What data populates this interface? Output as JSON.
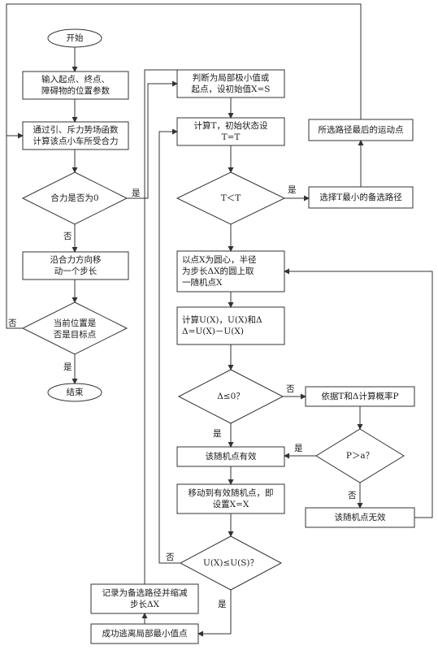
{
  "flowchart": {
    "nodes": {
      "start": "开始",
      "input": "输入起点、终点、\n障碍物的位置参数",
      "calc_force": "通过引、斥力势场函数\n计算该点小车所受合力",
      "force_zero": "合力是否为0",
      "move_step": "沿合力方向移\n动一个步长",
      "is_target": "当前位置是\n否是目标点",
      "end": "结束",
      "judge_local_min": "判断为局部极小值或\n起点，设初始值X=S",
      "calc_t": "计算T，初始状态设\nT=T",
      "t_less": "T＜T",
      "select_path": "选择T最小的备选路径",
      "last_point": "所选路径最后的运动点",
      "random_point": "以点X为圆心，半径\n为步长ΔX的圆上取\n一随机点X",
      "calc_delta": "计算U(X)，U(X)和Δ\nΔ=U(X)－U(X)",
      "delta_leq": "Δ≤0？",
      "calc_prob": "依据T和Δ计算概率P",
      "point_valid": "该随机点有效",
      "p_greater": "P＞a？",
      "move_to_random": "移动到有效随机点，即\n设置X=X",
      "point_invalid": "该随机点无效",
      "u_compare": "U(X)≤U(S)？",
      "record_path": "记录为备选路径并缩减\n步长ΔX",
      "escape_success": "成功逃离局部最小值点"
    },
    "labels": {
      "yes": "是",
      "no": "否"
    }
  }
}
